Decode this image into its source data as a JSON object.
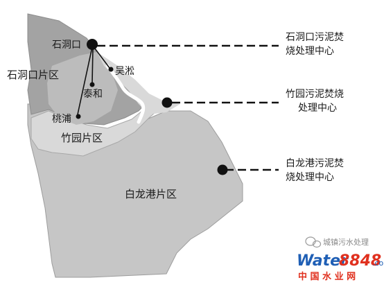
{
  "map": {
    "districts": [
      {
        "id": "shidongkou",
        "label": "石洞口片区"
      },
      {
        "id": "zhuyuan",
        "label": "竹园片区"
      },
      {
        "id": "bailonggang",
        "label": "白龙港片区"
      }
    ],
    "places": [
      {
        "id": "shidongkou",
        "label": "石洞口"
      },
      {
        "id": "wusong",
        "label": "吴淞"
      },
      {
        "id": "taihe",
        "label": "泰和"
      },
      {
        "id": "taopu",
        "label": "桃浦"
      }
    ],
    "centers": [
      {
        "id": "shidongkou",
        "line1": "石洞口污泥焚",
        "line2": "烧处理中心"
      },
      {
        "id": "zhuyuan",
        "line1": "竹园污泥焚烧",
        "line2": "处理中心"
      },
      {
        "id": "bailonggang",
        "line1": "白龙港污泥焚",
        "line2": "烧处理中心"
      }
    ],
    "colors": {
      "region_light": "#d9d9d9",
      "region_mid": "#bcbcbc",
      "region_dark": "#a3a3a3",
      "bailonggang": "#c6c6c6",
      "river": "#ffffff",
      "marker": "#111111",
      "leader": "#111111"
    }
  },
  "watermark": {
    "brand_prefix": "Water",
    "brand_suffix": "8848",
    "brand_tld": ".com",
    "brand_cn": "中 国 水 业 网",
    "account": "城镇污水处理",
    "icon": "wechat-icon",
    "colors": {
      "water": "#1f5fb5",
      "number": "#e0301e",
      "cn": "#e0301e"
    }
  }
}
